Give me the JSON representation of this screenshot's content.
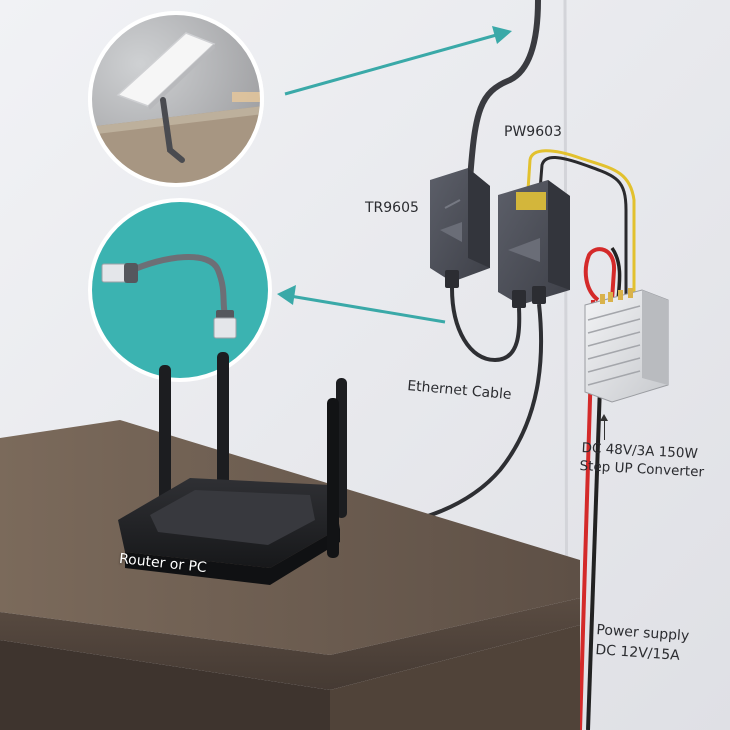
{
  "labels": {
    "pw_device": "PW9603",
    "tr_device": "TR9605",
    "ethernet": "Ethernet Cable",
    "converter_line1": "DC 48V/3A 150W",
    "converter_line2": "Step UP Converter",
    "router": "Router or PC",
    "power_line1": "Power supply",
    "power_line2": "DC 12V/15A"
  },
  "colors": {
    "wall": "#e9eaee",
    "desk_top": "#6f5f51",
    "teal_circle": "#3bb3b1",
    "arrow": "#3aa9a8",
    "cable_dark": "#3a3b40",
    "wire_red": "#d42a2a",
    "wire_yellow": "#e2c12e"
  }
}
